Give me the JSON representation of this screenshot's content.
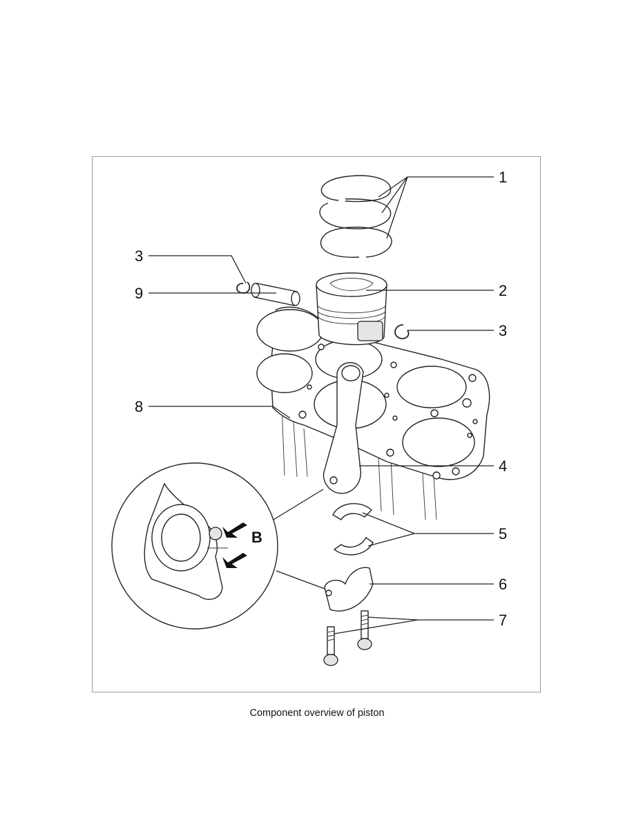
{
  "figure": {
    "callouts": {
      "c1": "1",
      "c2": "2",
      "c3a": "3",
      "c3b": "3",
      "c4": "4",
      "c5": "5",
      "c6": "6",
      "c7": "7",
      "c8": "8",
      "c9": "9"
    },
    "detail_label": "B"
  },
  "caption": "Component overview of piston"
}
